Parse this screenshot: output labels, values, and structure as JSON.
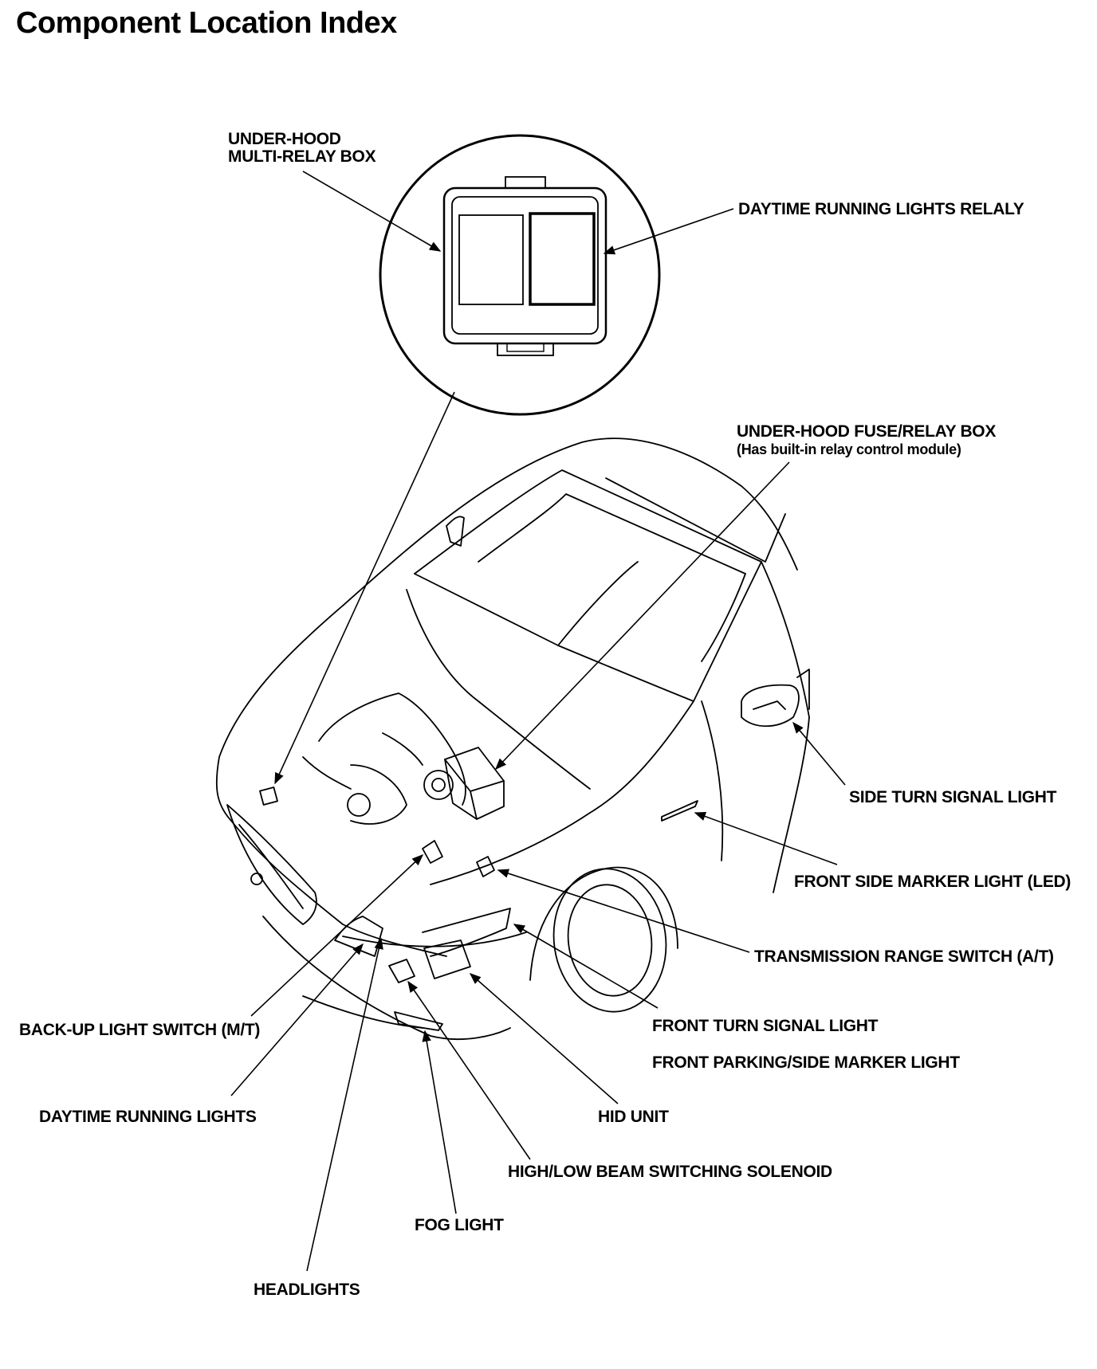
{
  "title": "Component Location Index",
  "labels": {
    "under_hood_multi_relay_box_1": "UNDER-HOOD",
    "under_hood_multi_relay_box_2": "MULTI-RELAY BOX",
    "daytime_running_lights_relay": "DAYTIME RUNNING LIGHTS RELALY",
    "under_hood_fuse_relay_box": "UNDER-HOOD FUSE/RELAY BOX",
    "under_hood_fuse_relay_box_note": "(Has built-in relay control module)",
    "side_turn_signal_light": "SIDE TURN SIGNAL LIGHT",
    "front_side_marker_light": "FRONT SIDE MARKER LIGHT (LED)",
    "transmission_range_switch": "TRANSMISSION RANGE SWITCH (A/T)",
    "back_up_light_switch": "BACK-UP LIGHT SWITCH (M/T)",
    "front_turn_signal_light": "FRONT TURN SIGNAL LIGHT",
    "front_parking_side_marker_light": "FRONT PARKING/SIDE MARKER LIGHT",
    "daytime_running_lights": "DAYTIME RUNNING LIGHTS",
    "hid_unit": "HID UNIT",
    "high_low_beam_switching_solenoid": "HIGH/LOW BEAM SWITCHING SOLENOID",
    "fog_light": "FOG LIGHT",
    "headlights": "HEADLIGHTS"
  }
}
